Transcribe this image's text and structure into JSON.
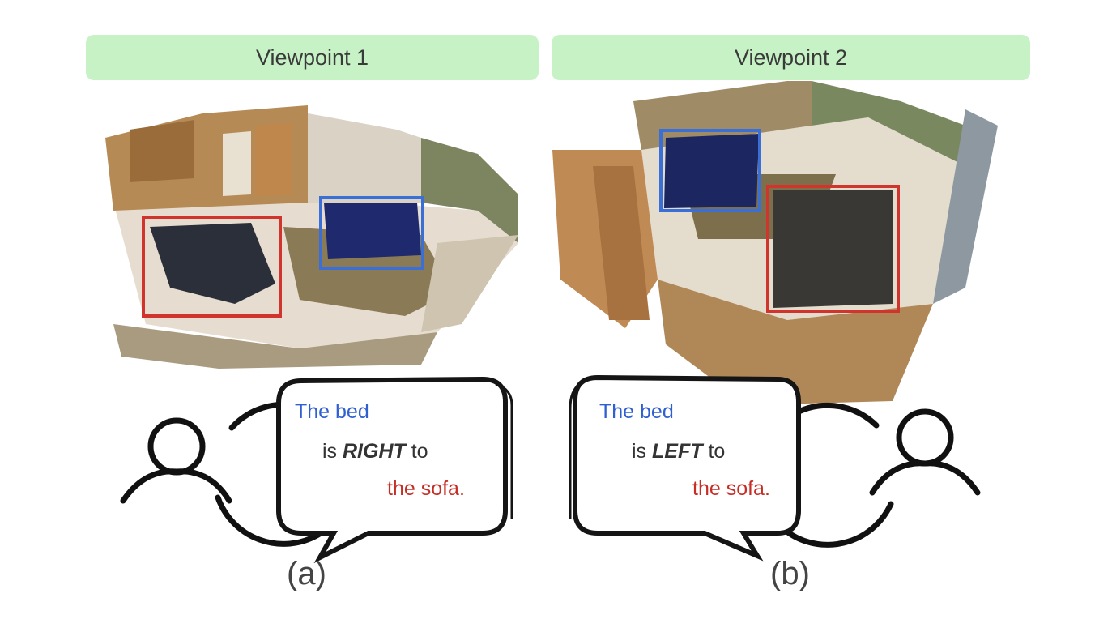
{
  "panels": [
    {
      "header": "Viewpoint 1",
      "caption": "(a)",
      "speech": {
        "subject": "The bed",
        "relation_pre": "is ",
        "relation_word": "RIGHT",
        "relation_post": " to",
        "object": "the sofa."
      },
      "boxes": [
        {
          "label": "bed",
          "color": "#3a6fd8"
        },
        {
          "label": "sofa",
          "color": "#d0342c"
        }
      ]
    },
    {
      "header": "Viewpoint 2",
      "caption": "(b)",
      "speech": {
        "subject": "The bed",
        "relation_pre": "is ",
        "relation_word": "LEFT",
        "relation_post": " to",
        "object": "the sofa."
      },
      "boxes": [
        {
          "label": "bed",
          "color": "#3a6fd8"
        },
        {
          "label": "sofa",
          "color": "#d0342c"
        }
      ]
    }
  ],
  "colors": {
    "header_bg": "#c6f2c6",
    "bed_text": "#2f5fd0",
    "sofa_text": "#c62d25"
  },
  "icons": [
    "user-avatar-icon",
    "speech-bubble"
  ]
}
